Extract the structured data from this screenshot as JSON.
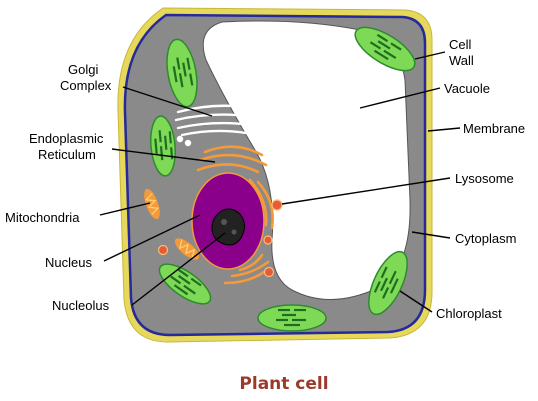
{
  "title": "Plant cell",
  "colors": {
    "cell_wall": "#e6d85a",
    "membrane": "#25299a",
    "cytoplasm": "#8a8a8a",
    "vacuole": "#ffffff",
    "chloroplast": "#7ed957",
    "nucleus": "#8b008b",
    "mitochondria": "#f59a3a",
    "lysosome": "#e95a3a",
    "title": "#9b3a2a"
  },
  "labels": {
    "golgi_line1": "Golgi",
    "golgi_line2": "Complex",
    "er_line1": "Endoplasmic",
    "er_line2": "Reticulum",
    "mitochondria": "Mitochondria",
    "nucleus": "Nucleus",
    "nucleolus": "Nucleolus",
    "cell_wall_line1": "Cell",
    "cell_wall_line2": "Wall",
    "vacuole": "Vacuole",
    "membrane": "Membrane",
    "lysosome": "Lysosome",
    "cytoplasm": "Cytoplasm",
    "chloroplast": "Chloroplast"
  }
}
